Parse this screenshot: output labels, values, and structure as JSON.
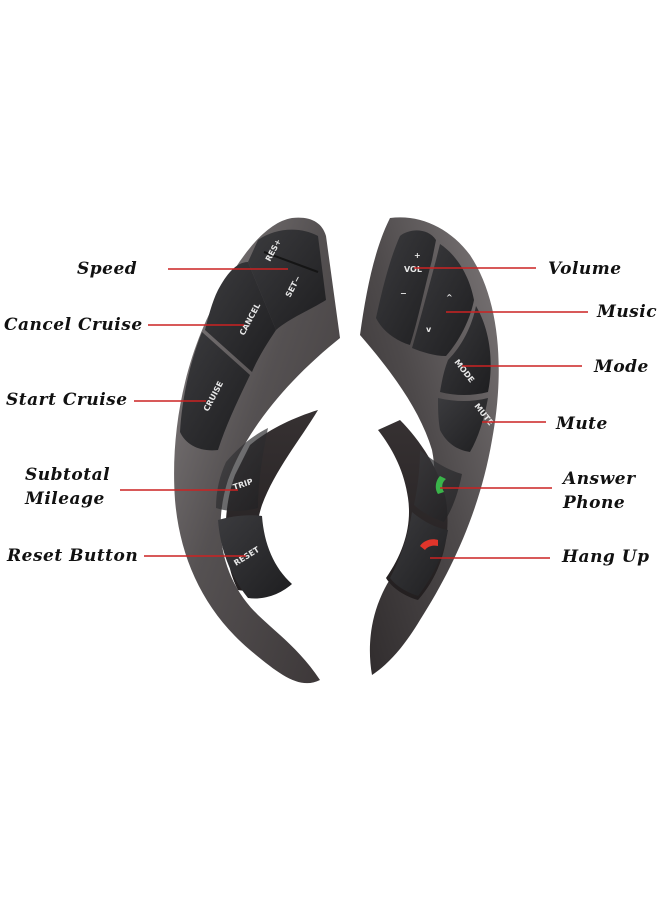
{
  "colors": {
    "leader_line": "#cc2222",
    "shell_outer": "#5a5758",
    "shell_face": "#2b2627",
    "button": "#2a2a2c",
    "answer_icon": "#3ab44a",
    "hangup_icon": "#e0352b"
  },
  "labels": {
    "speed": "Speed",
    "cancel_cruise": "Cancel Cruise",
    "start_cruise": "Start Cruise",
    "subtotal_line1": "Subtotal",
    "subtotal_line2": "Mileage",
    "reset_button": "Reset Button",
    "volume": "Volume",
    "music": "Music",
    "mode": "Mode",
    "mute": "Mute",
    "answer_line1": "Answer",
    "answer_line2": "Phone",
    "hang_up": "Hang Up"
  },
  "buttons": {
    "res": "RES+",
    "set": "SET−",
    "cancel": "CANCEL",
    "cruise": "CRUISE",
    "trip": "TRIP",
    "reset": "RESET",
    "vol": "VOL",
    "vol_plus": "+",
    "vol_minus": "−",
    "mode": "MODE",
    "mute": "MUTE"
  }
}
